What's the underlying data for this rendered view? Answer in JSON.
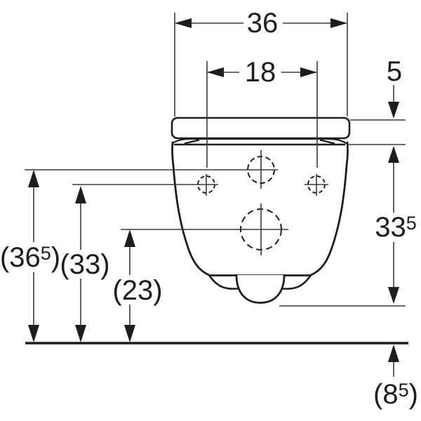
{
  "drawing_title": "wall-hung WC front view dimension drawing",
  "units": "cm",
  "colors": {
    "background": "#ffffff",
    "outline": "#1d1d1b",
    "dimension_lines": "#404040",
    "text": "#1d1d1b"
  },
  "labels": {
    "top_width": {
      "main": "36"
    },
    "hole_spacing": {
      "main": "18"
    },
    "seat_height": {
      "main": "5"
    },
    "bowl_height": {
      "main": "33",
      "sup": "5"
    },
    "total_height": {
      "main": "(36",
      "sup": "5",
      "close": ")"
    },
    "rim_height": {
      "main": "(33)"
    },
    "outlet_height": {
      "main": "(23)"
    },
    "below_floor": {
      "main": "(8",
      "sup": "5",
      "close": ")"
    }
  }
}
